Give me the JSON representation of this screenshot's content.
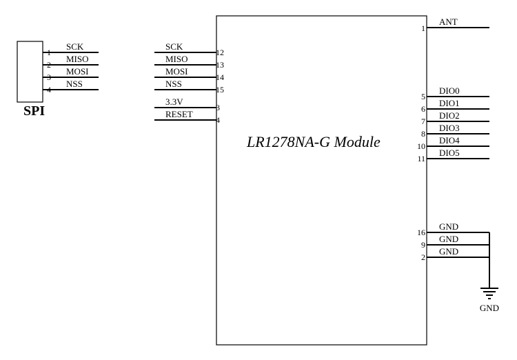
{
  "header": {
    "label": "SPI",
    "pins": [
      {
        "num": "1",
        "net": "SCK"
      },
      {
        "num": "2",
        "net": "MISO"
      },
      {
        "num": "3",
        "net": "MOSI"
      },
      {
        "num": "4",
        "net": "NSS"
      }
    ]
  },
  "module": {
    "title": "LR1278NA-G Module",
    "left_pins": [
      {
        "num": "12",
        "net": "SCK"
      },
      {
        "num": "13",
        "net": "MISO"
      },
      {
        "num": "14",
        "net": "MOSI"
      },
      {
        "num": "15",
        "net": "NSS"
      },
      {
        "num": "3",
        "net": "3.3V"
      },
      {
        "num": "4",
        "net": "RESET"
      }
    ],
    "right_pins": [
      {
        "num": "1",
        "net": "ANT"
      },
      {
        "num": "5",
        "net": "DIO0"
      },
      {
        "num": "6",
        "net": "DIO1"
      },
      {
        "num": "7",
        "net": "DIO2"
      },
      {
        "num": "8",
        "net": "DIO3"
      },
      {
        "num": "10",
        "net": "DIO4"
      },
      {
        "num": "11",
        "net": "DIO5"
      },
      {
        "num": "16",
        "net": "GND"
      },
      {
        "num": "9",
        "net": "GND"
      },
      {
        "num": "2",
        "net": "GND"
      }
    ]
  },
  "ground": {
    "label": "GND"
  }
}
